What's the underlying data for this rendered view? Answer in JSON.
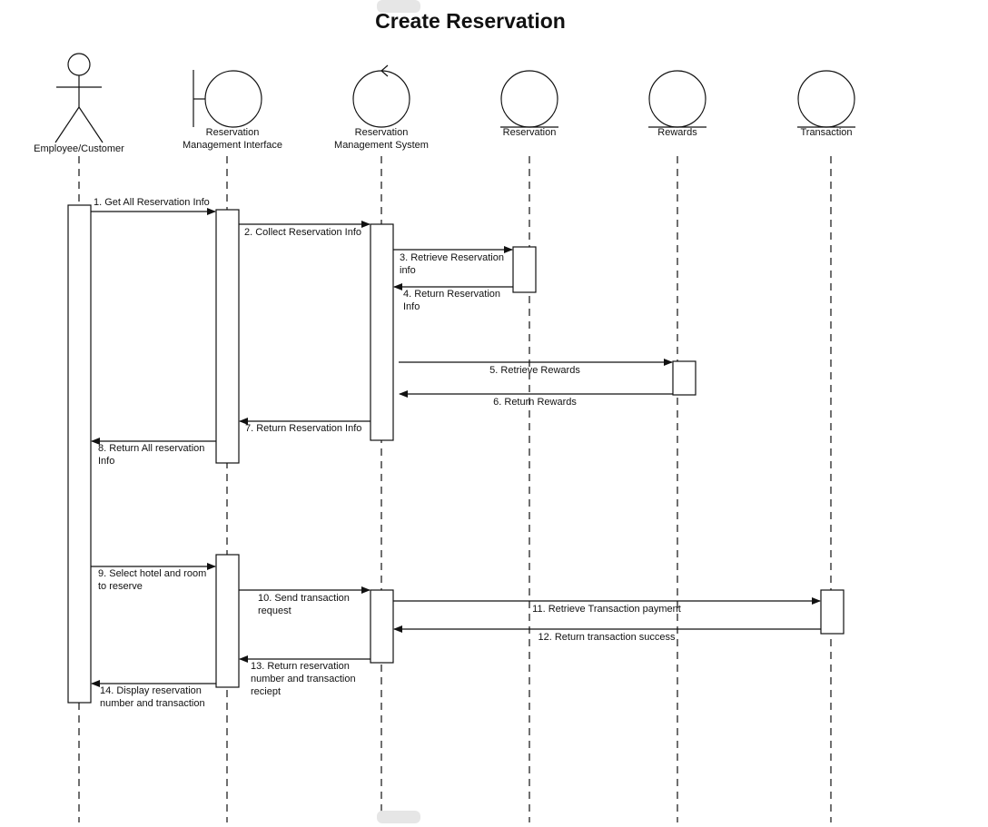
{
  "diagram": {
    "title": "Create Reservation",
    "participants": [
      {
        "id": "actor",
        "kind": "actor",
        "label_lines": [
          "Employee/Customer"
        ]
      },
      {
        "id": "rmi",
        "kind": "boundary",
        "label_lines": [
          "Reservation",
          "Management Interface"
        ]
      },
      {
        "id": "rms",
        "kind": "control",
        "label_lines": [
          "Reservation",
          "Management System"
        ]
      },
      {
        "id": "reservation",
        "kind": "entity",
        "label_lines": [
          "Reservation"
        ]
      },
      {
        "id": "rewards",
        "kind": "entity",
        "label_lines": [
          "Rewards"
        ]
      },
      {
        "id": "transaction",
        "kind": "entity",
        "label_lines": [
          "Transaction"
        ]
      }
    ],
    "messages": [
      {
        "n": 1,
        "from": "actor",
        "to": "rmi",
        "type": "call",
        "text_lines": [
          "1. Get All Reservation Info"
        ]
      },
      {
        "n": 2,
        "from": "rmi",
        "to": "rms",
        "type": "call",
        "text_lines": [
          "2. Collect Reservation Info"
        ]
      },
      {
        "n": 3,
        "from": "rms",
        "to": "reservation",
        "type": "call",
        "text_lines": [
          "3. Retrieve Reservation",
          "info"
        ]
      },
      {
        "n": 4,
        "from": "reservation",
        "to": "rms",
        "type": "return",
        "text_lines": [
          "4. Return Reservation",
          "Info"
        ]
      },
      {
        "n": 5,
        "from": "rms",
        "to": "rewards",
        "type": "call",
        "text_lines": [
          "5. Retrieve Rewards"
        ]
      },
      {
        "n": 6,
        "from": "rewards",
        "to": "rms",
        "type": "return",
        "text_lines": [
          "6. Return Rewards"
        ]
      },
      {
        "n": 7,
        "from": "rms",
        "to": "rmi",
        "type": "return",
        "text_lines": [
          "7. Return Reservation Info"
        ]
      },
      {
        "n": 8,
        "from": "rmi",
        "to": "actor",
        "type": "return",
        "text_lines": [
          "8. Return All reservation",
          "Info"
        ]
      },
      {
        "n": 9,
        "from": "actor",
        "to": "rmi",
        "type": "call",
        "text_lines": [
          "9. Select hotel and room",
          "to reserve"
        ]
      },
      {
        "n": 10,
        "from": "rmi",
        "to": "rms",
        "type": "call",
        "text_lines": [
          "10. Send transaction",
          "request"
        ]
      },
      {
        "n": 11,
        "from": "rms",
        "to": "transaction",
        "type": "call",
        "text_lines": [
          "11. Retrieve Transaction payment"
        ]
      },
      {
        "n": 12,
        "from": "transaction",
        "to": "rms",
        "type": "return",
        "text_lines": [
          "12. Return transaction success"
        ]
      },
      {
        "n": 13,
        "from": "rms",
        "to": "rmi",
        "type": "return",
        "text_lines": [
          "13. Return reservation",
          "number and transaction",
          "reciept"
        ]
      },
      {
        "n": 14,
        "from": "rmi",
        "to": "actor",
        "type": "return",
        "text_lines": [
          "14. Display reservation",
          "number and transaction"
        ]
      }
    ]
  }
}
